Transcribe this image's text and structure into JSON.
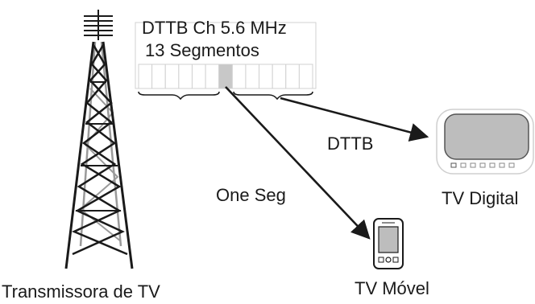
{
  "channel": {
    "title": "DTTB Ch 5.6 MHz",
    "subtitle": "13 Segmentos",
    "segment_count": 13,
    "highlighted_segment": 7,
    "segment_fill": "#ffffff",
    "highlight_fill": "#c8c8c8"
  },
  "links": {
    "dttb_label": "DTTB",
    "oneseg_label": "One Seg"
  },
  "devices": {
    "tv_digital_label": "TV Digital",
    "tv_movel_label": "TV Móvel"
  },
  "tower": {
    "label": "Transmissora de TV"
  },
  "colors": {
    "stroke": "#1a1a1a",
    "secondary_stroke": "#9a9a9a",
    "screen_fill": "#bdbdbd",
    "panel_stroke": "#d0d0d0"
  }
}
